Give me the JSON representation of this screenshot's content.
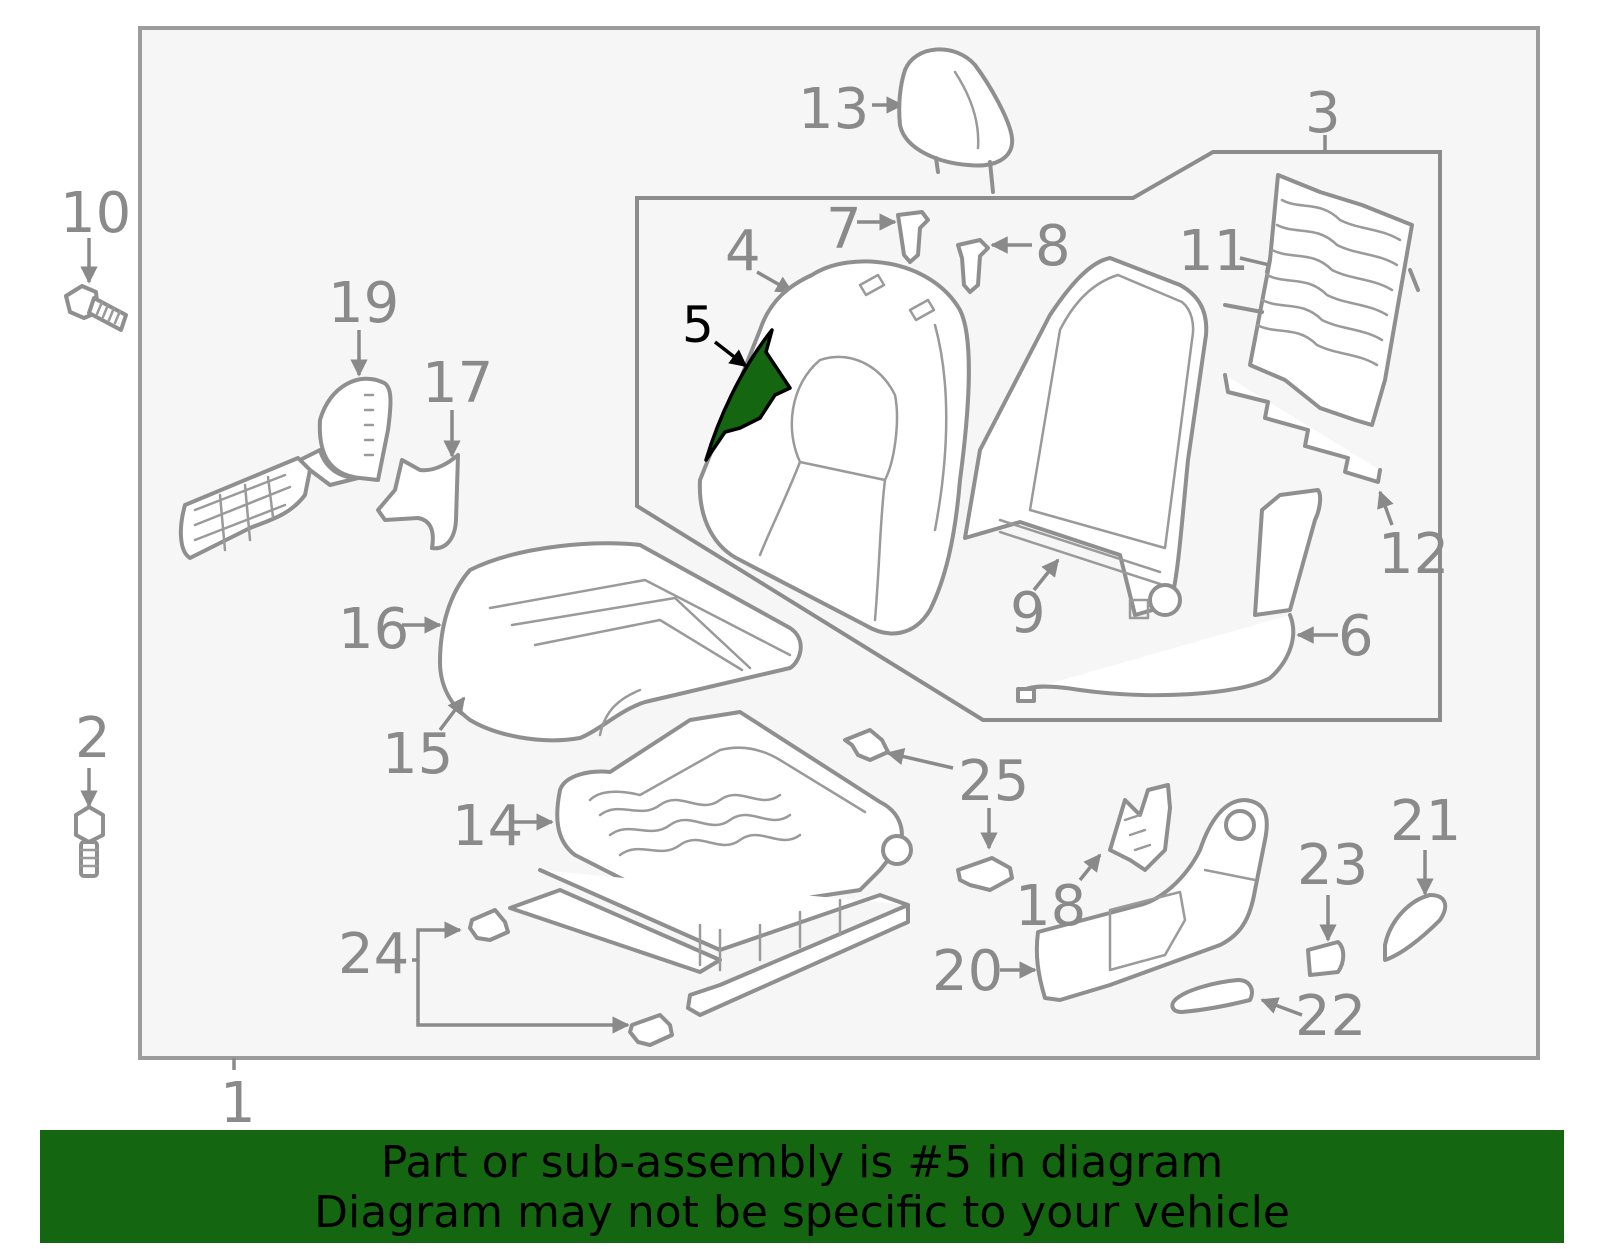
{
  "diagram": {
    "highlighted_part": "5",
    "highlight_color": "#156611",
    "callouts": {
      "c1": "1",
      "c2": "2",
      "c3": "3",
      "c4": "4",
      "c5": "5",
      "c6": "6",
      "c7": "7",
      "c8": "8",
      "c9": "9",
      "c10": "10",
      "c11": "11",
      "c12": "12",
      "c13": "13",
      "c14": "14",
      "c15": "15",
      "c16": "16",
      "c17": "17",
      "c18": "18",
      "c19": "19",
      "c20": "20",
      "c21": "21",
      "c22": "22",
      "c23": "23",
      "c24": "24",
      "c25": "25"
    }
  },
  "banner": {
    "line1": "Part or sub-assembly is #5 in diagram",
    "line2": "Diagram may not be specific to your vehicle",
    "background": "#156611"
  }
}
